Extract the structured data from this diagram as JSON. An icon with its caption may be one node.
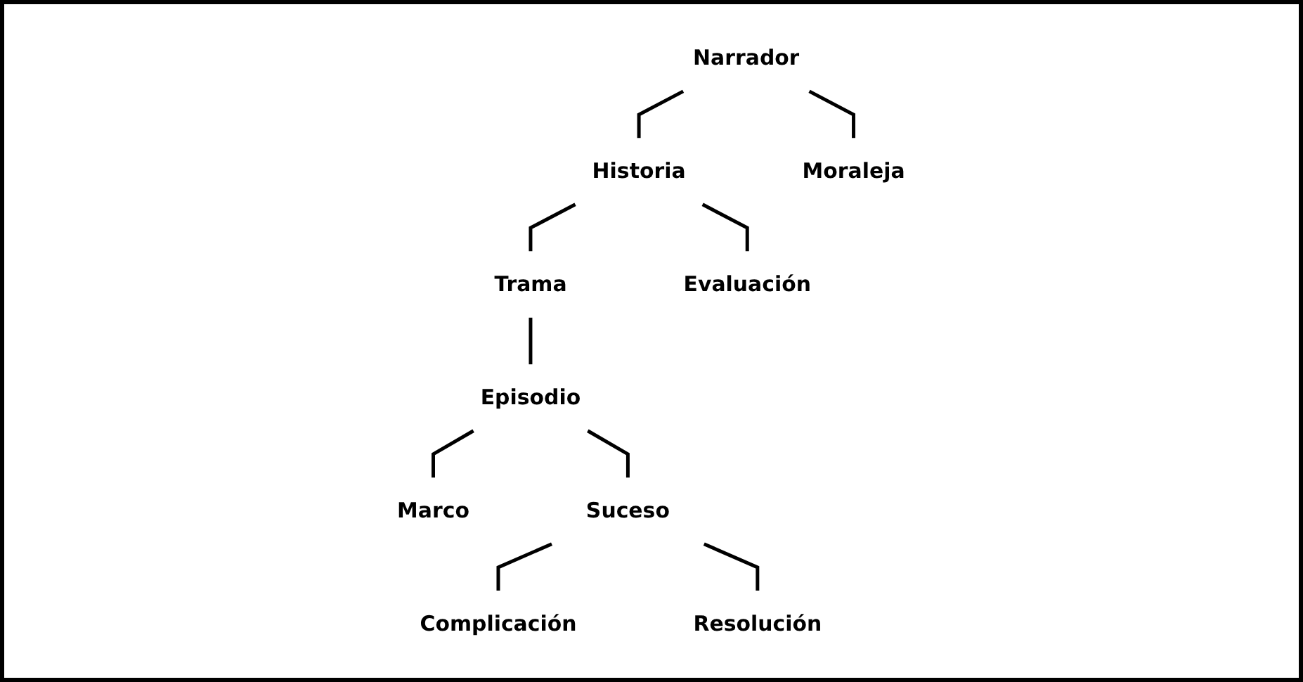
{
  "diagram": {
    "nodes": [
      {
        "text": [
          "Narrador"
        ]
      },
      {
        "text": [
          "Historia"
        ]
      },
      {
        "text": [
          "Moraleja"
        ]
      },
      {
        "text": [
          "Trama"
        ]
      },
      {
        "text": [
          "Evaluación"
        ]
      },
      {
        "text": [
          "Episodio"
        ]
      },
      {
        "text": [
          "Marco"
        ]
      },
      {
        "text": [
          "Suceso"
        ]
      },
      {
        "text": [
          "Complicación"
        ]
      },
      {
        "text": [
          "Resolución"
        ]
      }
    ],
    "edges": [
      {
        "from": 0,
        "to": 1,
        "arrow": "none"
      },
      {
        "from": 0,
        "to": 2,
        "arrow": "none"
      },
      {
        "from": 1,
        "to": 3,
        "arrow": "none"
      },
      {
        "from": 1,
        "to": 4,
        "arrow": "none"
      },
      {
        "from": 3,
        "to": 5,
        "arrow": "none"
      },
      {
        "from": 5,
        "to": 6,
        "arrow": "none"
      },
      {
        "from": 5,
        "to": 7,
        "arrow": "none"
      },
      {
        "from": 7,
        "to": 8,
        "arrow": "none"
      },
      {
        "from": 7,
        "to": 9,
        "arrow": "none"
      }
    ]
  }
}
